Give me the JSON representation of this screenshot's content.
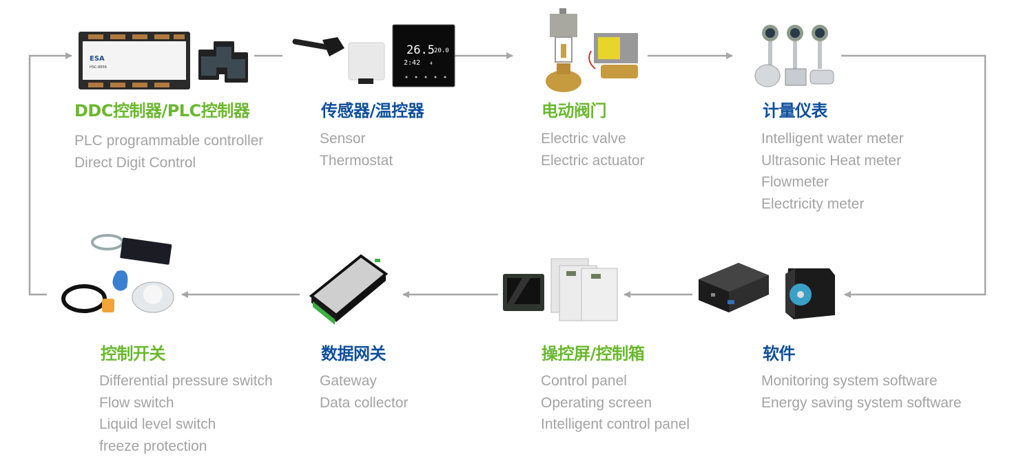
{
  "colors": {
    "green": "#6ab82e",
    "blue": "#0e4f9c",
    "desc": "#a3a3a3",
    "connector": "#a6a6a6"
  },
  "nodes": [
    {
      "id": "ddc",
      "title": "DDC控制器/PLC控制器",
      "title_color": "green",
      "icon": "ddc-controller-image",
      "lines": [
        "PLC programmable controller",
        "Direct Digit Control"
      ]
    },
    {
      "id": "sensor",
      "title": "传感器/温控器",
      "title_color": "blue",
      "icon": "sensor-thermostat-image",
      "lines": [
        "Sensor",
        "Thermostat"
      ],
      "thermostat_display": {
        "temp": "26.5",
        "unit": "℃",
        "set": "20.0",
        "time": "2:42",
        "mode": "4"
      }
    },
    {
      "id": "valve",
      "title": "电动阀门",
      "title_color": "green",
      "icon": "electric-valve-image",
      "lines": [
        "Electric valve",
        "Electric actuator"
      ]
    },
    {
      "id": "meter",
      "title": "计量仪表",
      "title_color": "blue",
      "icon": "flowmeter-image",
      "lines": [
        "Intelligent water meter",
        "Ultrasonic Heat meter",
        "Flowmeter",
        "Electricity meter"
      ]
    },
    {
      "id": "software",
      "title": "软件",
      "title_color": "blue",
      "icon": "software-computer-image",
      "lines": [
        "Monitoring system software",
        "Energy saving system software"
      ]
    },
    {
      "id": "panel",
      "title": "操控屏/控制箱",
      "title_color": "green",
      "icon": "control-panel-image",
      "lines": [
        "Control panel",
        "Operating screen",
        "Intelligent control panel"
      ]
    },
    {
      "id": "gateway",
      "title": "数据网关",
      "title_color": "blue",
      "icon": "gateway-image",
      "lines": [
        "Gateway",
        "Data collector"
      ]
    },
    {
      "id": "switch",
      "title": "控制开关",
      "title_color": "green",
      "icon": "control-switch-image",
      "lines": [
        "Differential pressure switch",
        "Flow switch",
        "Liquid level switch",
        "freeze protection"
      ]
    }
  ],
  "brand_label": "ESA",
  "device_model": "HSC-8856"
}
